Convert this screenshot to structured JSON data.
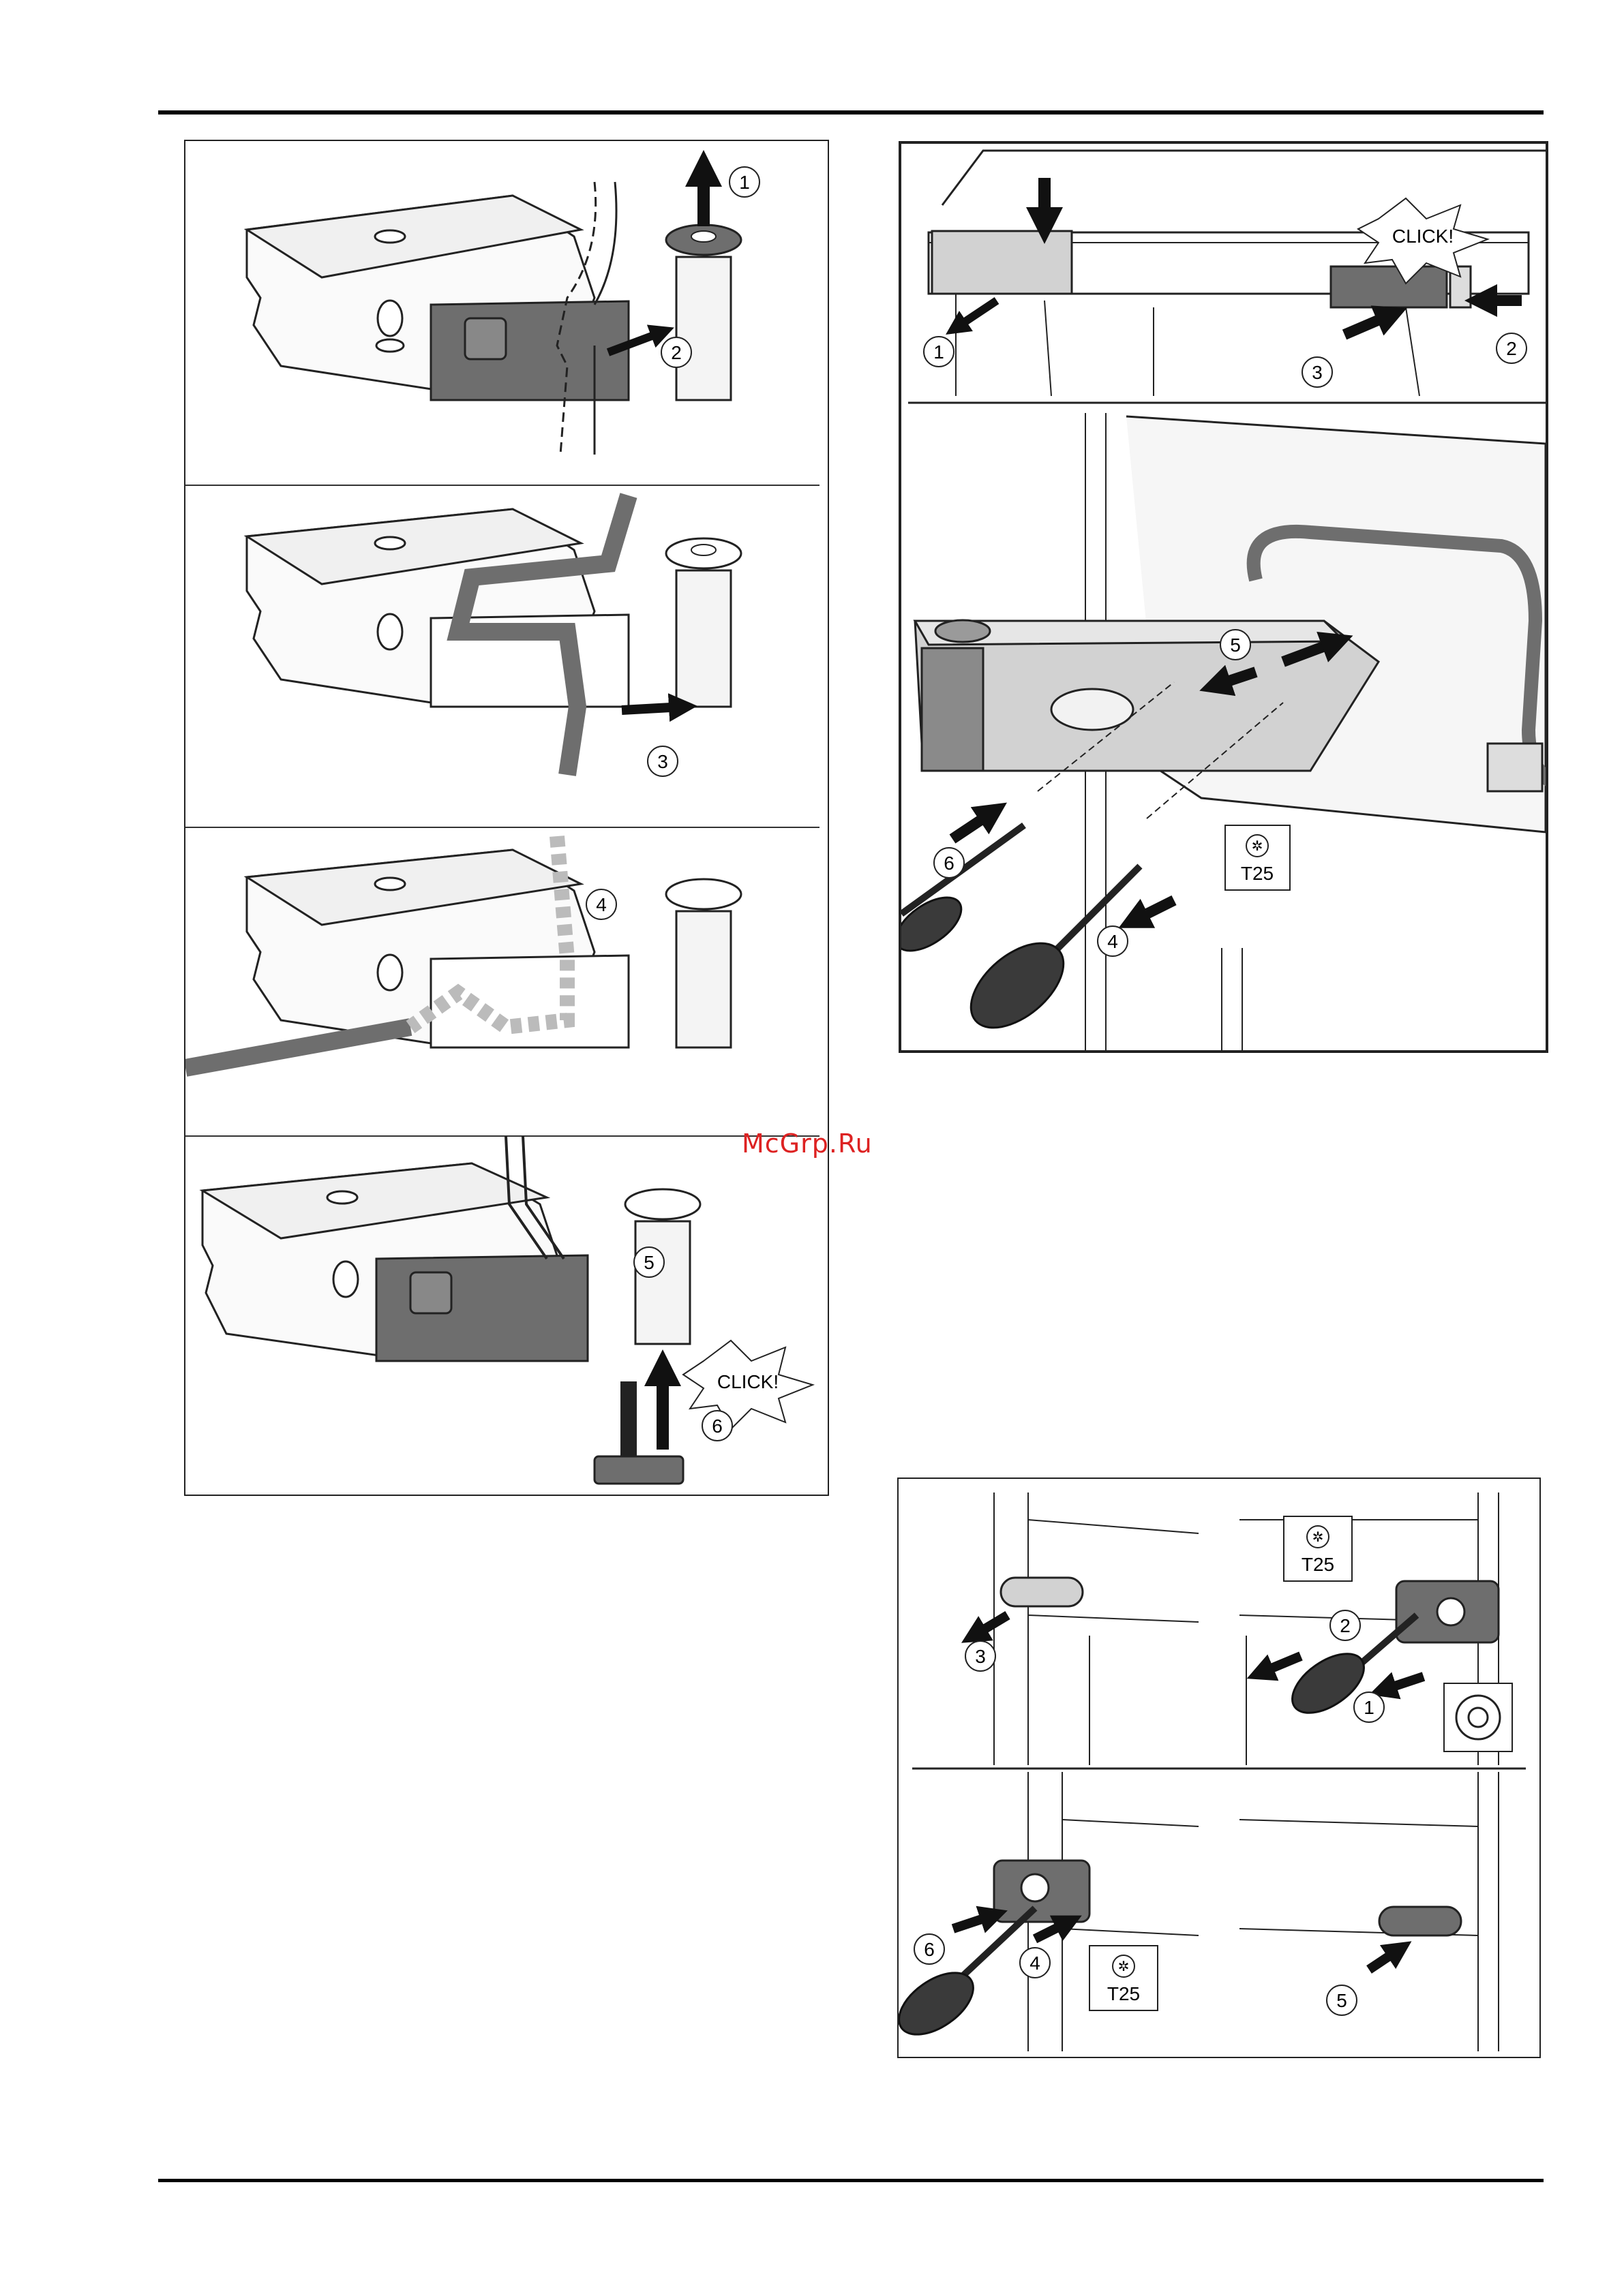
{
  "watermark": "McGrp.Ru",
  "figure_left": {
    "panels": [
      {
        "steps": [
          "1",
          "2"
        ]
      },
      {
        "steps": [
          "3"
        ]
      },
      {
        "steps": [
          "4"
        ]
      },
      {
        "steps": [
          "5",
          "6"
        ],
        "click_label": "CLICK!"
      }
    ]
  },
  "figure_right_top": {
    "upper": {
      "steps": [
        "1",
        "2",
        "3"
      ],
      "click_label": "CLICK!"
    },
    "lower": {
      "steps": [
        "4",
        "5",
        "6"
      ],
      "tool_label": "T25",
      "tool_icon": "torx-icon"
    }
  },
  "figure_right_bottom": {
    "upper": {
      "steps": [
        "1",
        "2",
        "3"
      ],
      "tool_label": "T25",
      "tool_icon": "torx-icon"
    },
    "lower": {
      "steps": [
        "4",
        "5",
        "6"
      ],
      "tool_label": "T25",
      "tool_icon": "torx-icon"
    }
  },
  "colors": {
    "line": "#222222",
    "part_dark": "#6e6e6e",
    "part_light": "#d2d2d2",
    "watermark": "#dd2222"
  }
}
